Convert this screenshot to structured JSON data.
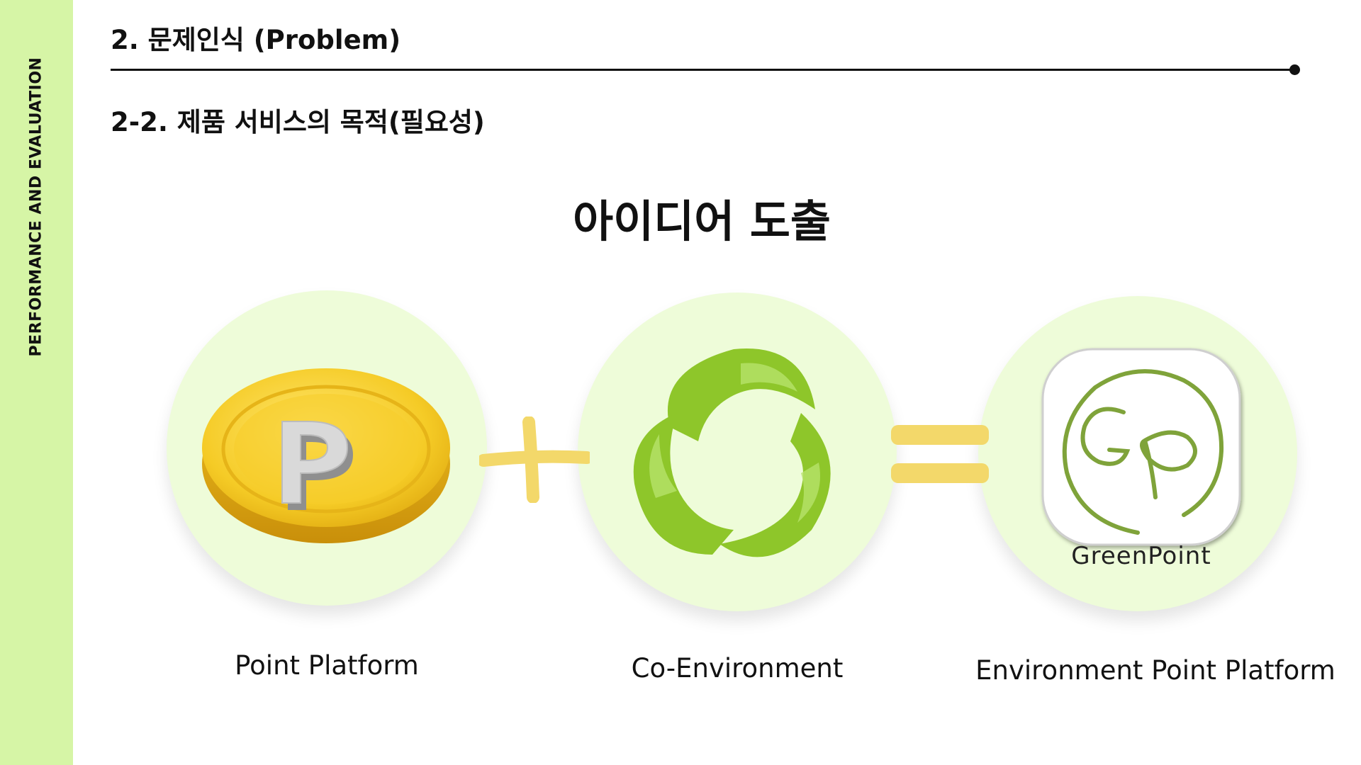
{
  "sidebar": {
    "vertical_label": "PERFORMANCE AND EVALUATION"
  },
  "header": {
    "section_heading": "2. 문제인식 (Problem)",
    "subsection_heading": "2-2.  제품 서비스의 목적(필요성)"
  },
  "main": {
    "title": "아이디어 도출",
    "items": [
      {
        "label": "Point Platform",
        "icon": "coin-p-icon",
        "coin_letter": "P"
      },
      {
        "label": "Co-Environment",
        "icon": "recycle-leaf-icon"
      },
      {
        "label": "Environment Point Platform",
        "icon": "greenpoint-logo-icon",
        "logo_text": "GreenPoint"
      }
    ],
    "operators": [
      "plus-icon",
      "equals-icon"
    ]
  },
  "colors": {
    "sidebar": "#d6f5a6",
    "circle_fill": "#eefcd9",
    "coin_gold": "#f4c92a",
    "leaf_green": "#8ec62a",
    "operator_yellow": "#f3d86a",
    "logo_green": "#7fa33a"
  }
}
